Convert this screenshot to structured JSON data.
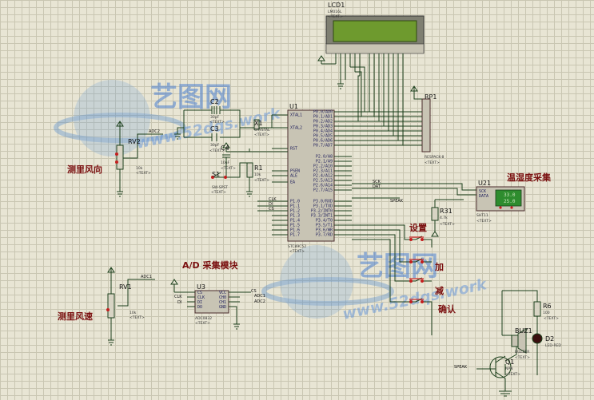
{
  "lcd": {
    "ref": "LCD1",
    "model": "LM016L"
  },
  "mcu": {
    "ref": "U1",
    "model": "STC89C52",
    "left_pins": [
      "XTAL1",
      "XTAL2",
      "RST",
      "PSEN",
      "ALE",
      "EA",
      "P1.0",
      "P1.1",
      "P1.2",
      "P1.3",
      "P1.4",
      "P1.5",
      "P1.6",
      "P1.7"
    ],
    "right_pins": [
      "P0.0/AD0",
      "P0.1/AD1",
      "P0.2/AD2",
      "P0.3/AD3",
      "P0.4/AD4",
      "P0.5/AD5",
      "P0.6/AD6",
      "P0.7/AD7",
      "P2.0/A8",
      "P2.1/A9",
      "P2.2/A10",
      "P2.3/A11",
      "P2.4/A12",
      "P2.5/A13",
      "P2.6/A14",
      "P2.7/A15",
      "P3.0/RXD",
      "P3.1/TXD",
      "P3.2/INT0",
      "P3.3/INT1",
      "P3.4/T0",
      "P3.5/T1",
      "P3.6/WR",
      "P3.7/RD"
    ]
  },
  "parts": {
    "c2": {
      "ref": "C2",
      "val": "30pF"
    },
    "c3": {
      "ref": "C3",
      "val": "30pF"
    },
    "x1": {
      "ref": "X1",
      "val": "CRYSTAL"
    },
    "c4": {
      "ref": "C4",
      "val": "10uF"
    },
    "r1": {
      "ref": "R1",
      "val": "10k"
    },
    "s1": {
      "ref": "S1",
      "val": "SW-SPST"
    },
    "rp1": {
      "ref": "RP1",
      "val": "RESPACK-8"
    },
    "rv2": {
      "ref": "RV2",
      "val": "10k"
    },
    "rv1": {
      "ref": "RV1",
      "val": "10k"
    },
    "u3": {
      "ref": "U3",
      "val": "ADC0832"
    },
    "u21": {
      "ref": "U21",
      "val": "SHT11"
    },
    "r31": {
      "ref": "R31",
      "val": "4.7k"
    },
    "r6": {
      "ref": "R6",
      "val": "100"
    },
    "buz1": {
      "ref": "BUZ1",
      "val": "BUZZER"
    },
    "d2": {
      "ref": "D2",
      "val": "LED-RED"
    },
    "q1": {
      "ref": "Q1",
      "val": "NPN"
    }
  },
  "u3_pins": [
    "CS",
    "VCC",
    "CLK",
    "CH0",
    "DI",
    "CH1",
    "DO",
    "GND"
  ],
  "sht_pins": [
    "SCK",
    "DATA"
  ],
  "sht_readout": [
    "33.0",
    "25.0"
  ],
  "net_labels": {
    "adc2": "ADC2",
    "adc1": "ADC1",
    "adc1b": "ADC1",
    "adc2b": "ADC2",
    "clk": "CLK",
    "di": "DI",
    "cs": "CS",
    "clk2": "CLK",
    "di2": "DI",
    "sck": "SCK",
    "dat": "DAT",
    "speak": "SPEAK",
    "speak2": "SPEAK",
    "cs2": "CS"
  },
  "section_labels": {
    "wind_dir": "测里风向",
    "adc_module": "A/D 采集模块",
    "wind_speed": "测里风速",
    "temp_hum": "温湿度采集",
    "set": "设置",
    "add": "加",
    "minus": "减",
    "confirm": "确认"
  },
  "watermark": {
    "brand": "艺图网",
    "url": "www.52dqs.work"
  },
  "placeholder_text": "<TEXT>"
}
